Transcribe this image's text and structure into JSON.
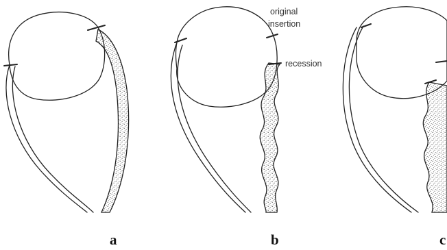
{
  "figure": {
    "panels": [
      {
        "letter": "a"
      },
      {
        "letter": "b",
        "annotations": {
          "original_insertion_line1": "original",
          "original_insertion_line2": "insertion",
          "recession": "recession"
        }
      },
      {
        "letter": "c"
      }
    ]
  }
}
